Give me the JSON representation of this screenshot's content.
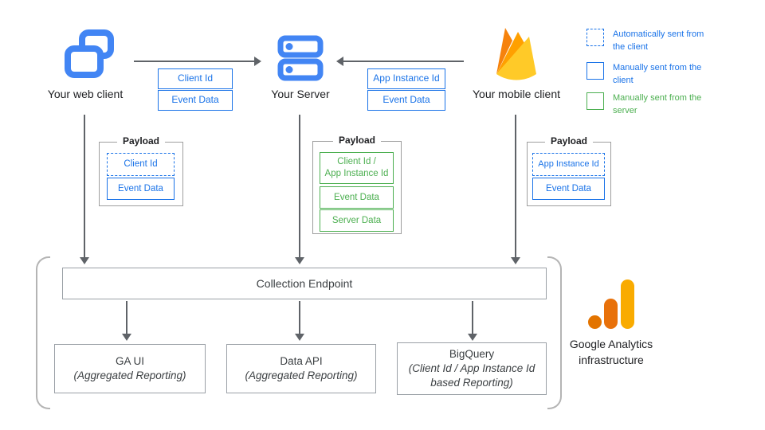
{
  "nodes": {
    "web": {
      "label": "Your web client"
    },
    "server": {
      "label": "Your Server"
    },
    "mobile": {
      "label": "Your mobile client"
    }
  },
  "flows": {
    "web_to_server": {
      "items": [
        {
          "label": "Client Id"
        },
        {
          "label": "Event Data"
        }
      ]
    },
    "mobile_to_server": {
      "items": [
        {
          "label": "App Instance Id"
        },
        {
          "label": "Event Data"
        }
      ]
    }
  },
  "payloads": {
    "web": {
      "title": "Payload",
      "items": [
        {
          "label": "Client Id",
          "type": "automatically-sent-from-client"
        },
        {
          "label": "Event Data",
          "type": "manually-sent-from-client"
        }
      ]
    },
    "server": {
      "title": "Payload",
      "items": [
        {
          "label": "Client Id /\nApp Instance Id",
          "type": "manually-sent-from-server"
        },
        {
          "label": "Event Data",
          "type": "manually-sent-from-server"
        },
        {
          "label": "Server Data",
          "type": "manually-sent-from-server"
        }
      ]
    },
    "mobile": {
      "title": "Payload",
      "items": [
        {
          "label": "App Instance Id",
          "type": "automatically-sent-from-client"
        },
        {
          "label": "Event Data",
          "type": "manually-sent-from-client"
        }
      ]
    }
  },
  "legend": {
    "items": [
      {
        "label": "Automatically sent from the client",
        "swatch": "dashed-blue"
      },
      {
        "label": "Manually sent from the client",
        "swatch": "solid-blue"
      },
      {
        "label": "Manually sent from the server",
        "swatch": "solid-green"
      }
    ]
  },
  "infrastructure": {
    "endpoint_label": "Collection Endpoint",
    "outputs": [
      {
        "title": "GA UI",
        "subtitle": "(Aggregated Reporting)"
      },
      {
        "title": "Data API",
        "subtitle": "(Aggregated Reporting)"
      },
      {
        "title": "BigQuery",
        "subtitle": "(Client Id / App Instance Id based Reporting)"
      }
    ],
    "caption": "Google Analytics infrastructure"
  },
  "colors": {
    "blue": "#1a73e8",
    "icon_blue": "#4285f4",
    "green": "#4caf50",
    "arrow_gray": "#5f6368",
    "border_gray": "#9e9e9e",
    "firebase_orange_dark": "#F6820C",
    "firebase_amber": "#FFA000",
    "firebase_yellow": "#FFCA28",
    "ga_yellow": "#F9AB00",
    "ga_orange": "#E8710A"
  }
}
